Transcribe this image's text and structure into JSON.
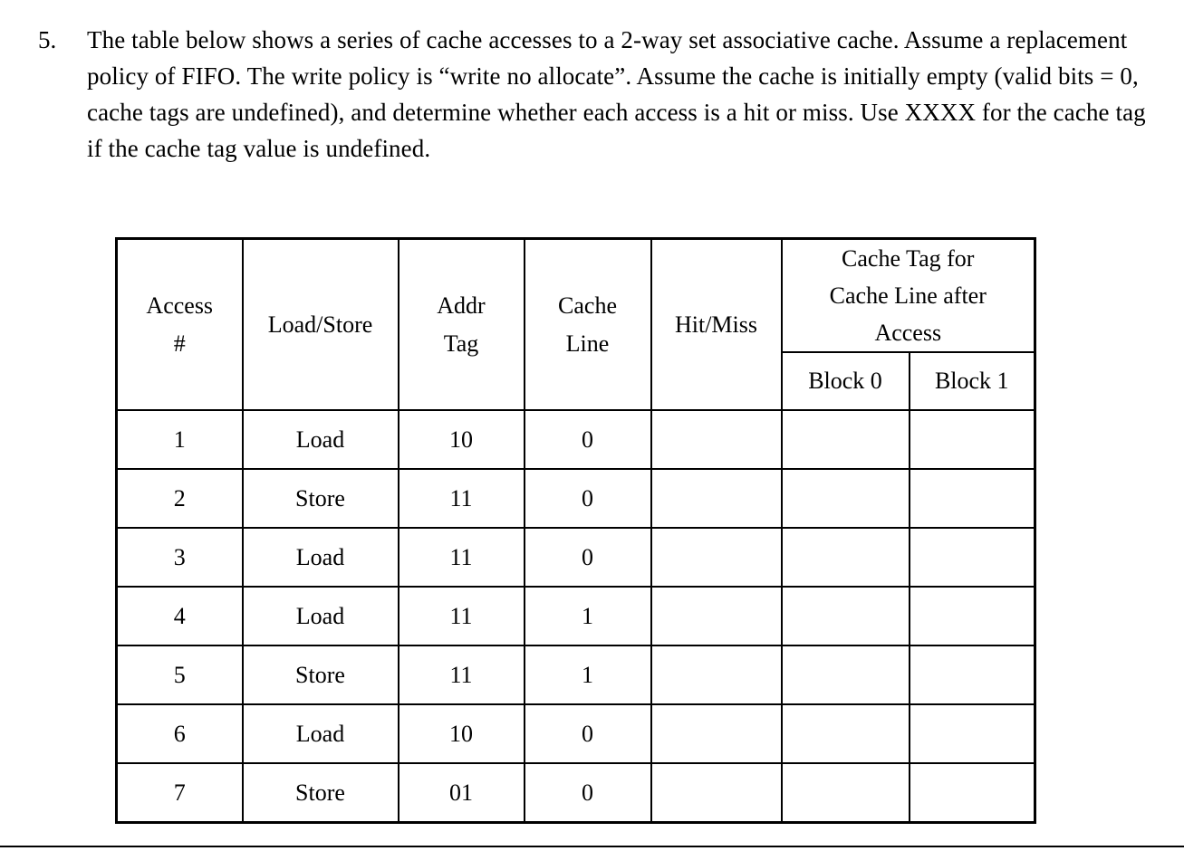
{
  "question": {
    "number": "5.",
    "text": "The table below shows a series of cache accesses to a 2-way set associative cache. Assume a replacement policy of FIFO. The write policy is “write no allocate”. Assume the cache is initially empty (valid bits = 0, cache tags are undefined), and determine whether each access is a hit or miss. Use XXXX for the cache tag if the cache tag value is undefined."
  },
  "table": {
    "headers": {
      "access_line1": "Access",
      "access_line2": "#",
      "load_store": "Load/Store",
      "addr_line1": "Addr",
      "addr_line2": "Tag",
      "cache_line1": "Cache",
      "cache_line2": "Line",
      "hit_miss": "Hit/Miss",
      "cache_tag_group_line1": "Cache Tag for",
      "cache_tag_group_line2": "Cache Line after",
      "cache_tag_group_line3": "Access",
      "block0": "Block 0",
      "block1": "Block 1"
    },
    "rows": [
      {
        "access": "1",
        "load_store": "Load",
        "addr_tag": "10",
        "cache_line": "0",
        "hit_miss": "",
        "block0": "",
        "block1": ""
      },
      {
        "access": "2",
        "load_store": "Store",
        "addr_tag": "11",
        "cache_line": "0",
        "hit_miss": "",
        "block0": "",
        "block1": ""
      },
      {
        "access": "3",
        "load_store": "Load",
        "addr_tag": "11",
        "cache_line": "0",
        "hit_miss": "",
        "block0": "",
        "block1": ""
      },
      {
        "access": "4",
        "load_store": "Load",
        "addr_tag": "11",
        "cache_line": "1",
        "hit_miss": "",
        "block0": "",
        "block1": ""
      },
      {
        "access": "5",
        "load_store": "Store",
        "addr_tag": "11",
        "cache_line": "1",
        "hit_miss": "",
        "block0": "",
        "block1": ""
      },
      {
        "access": "6",
        "load_store": "Load",
        "addr_tag": "10",
        "cache_line": "0",
        "hit_miss": "",
        "block0": "",
        "block1": ""
      },
      {
        "access": "7",
        "load_store": "Store",
        "addr_tag": "01",
        "cache_line": "0",
        "hit_miss": "",
        "block0": "",
        "block1": ""
      }
    ]
  },
  "colors": {
    "ink": "#000000",
    "page": "#ffffff"
  }
}
